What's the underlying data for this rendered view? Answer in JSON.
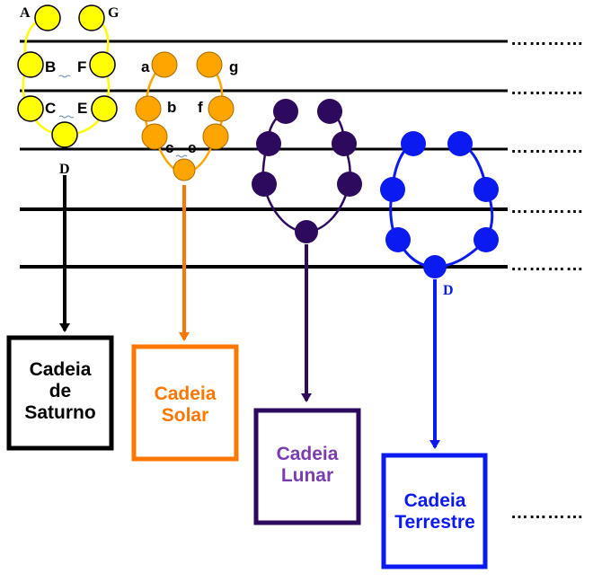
{
  "colors": {
    "saturn": "#FFFF00",
    "saturn_outline": "#000000",
    "solar": "#FFA500",
    "solar_line": "#FF7700",
    "lunar": "#2E0A5E",
    "lunar_text": "#7A3DB0",
    "terrestrial": "#0A1AF0",
    "black": "#000000"
  },
  "continuation": "…………",
  "chains": {
    "saturn": {
      "title_line1": "Cadeia",
      "title_line2": "de",
      "title_line3": "Saturno",
      "globe_labels": {
        "A": "A",
        "G": "G",
        "B": "B",
        "F": "F",
        "C": "C",
        "E": "E",
        "D": "D"
      }
    },
    "solar": {
      "title_line1": "Cadeia",
      "title_line2": "Solar",
      "globe_labels": {
        "a": "a",
        "g": "g",
        "b": "b",
        "f": "f",
        "c": "c",
        "e": "e"
      }
    },
    "lunar": {
      "title_line1": "Cadeia",
      "title_line2": "Lunar"
    },
    "terrestrial": {
      "title_line1": "Cadeia",
      "title_line2": "Terrestre",
      "globe_labels": {
        "D": "D"
      }
    }
  }
}
